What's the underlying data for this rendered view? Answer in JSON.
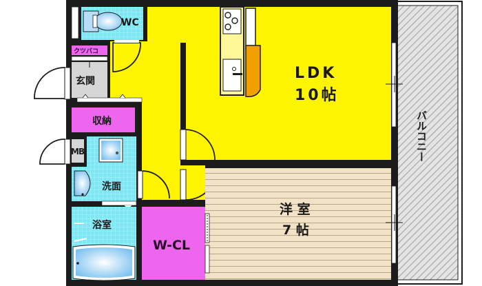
{
  "floor_plan": {
    "rooms": [
      {
        "id": "ldk",
        "label_line1": "LDK",
        "label_line2": "10帖",
        "color": "#fff500"
      },
      {
        "id": "yoshitsu",
        "label_line1": "洋 室",
        "label_line2": "7 帖",
        "color": "#f3e3c6"
      },
      {
        "id": "wcl",
        "label": "W-CL",
        "color": "#ee66ee"
      },
      {
        "id": "wc",
        "label": "WC",
        "color": "#7fe6f2"
      },
      {
        "id": "kutsubako",
        "label": "クツバコ",
        "color": "#ee66ee"
      },
      {
        "id": "genkan",
        "label": "玄関",
        "color": "#d6d6d6"
      },
      {
        "id": "shuno",
        "label": "収納",
        "color": "#ee66ee"
      },
      {
        "id": "mb",
        "label": "MB",
        "color": "#d6d6d6"
      },
      {
        "id": "senmen",
        "label": "洗面",
        "color": "#7fe6f2"
      },
      {
        "id": "yokushitsu",
        "label": "浴室",
        "color": "#7fe6f2"
      },
      {
        "id": "hallway",
        "color": "#fff500"
      }
    ],
    "balcony": {
      "label": "バルコニー",
      "color": "#d0d0d0"
    },
    "colors": {
      "wall": "#1c1c1c",
      "kitchen_counter": "#f0a000",
      "fixture_blue": "#a8d8f8"
    }
  }
}
